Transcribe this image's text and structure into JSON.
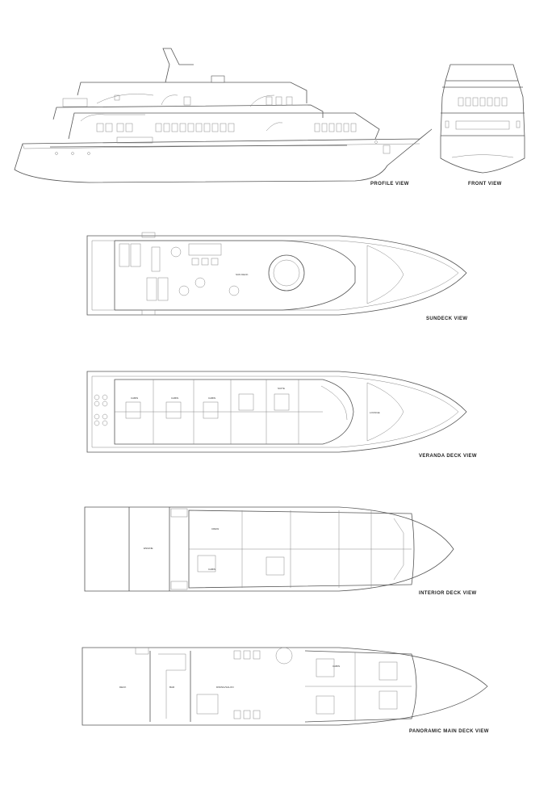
{
  "views": {
    "profile": "PROFILE VIEW",
    "front": "FRONT VIEW",
    "sundeck": "SUNDECK VIEW",
    "veranda": "VERANDA DECK VIEW",
    "interior": "INTERIOR DECK VIEW",
    "main": "PANORAMIC MAIN DECK VIEW"
  },
  "rooms": {
    "sundeck_center": "SUN DECK",
    "veranda_cabin": "CABIN",
    "veranda_suite": "SUITE",
    "veranda_lounge": "LOUNGE",
    "interior_engine": "ENGINE",
    "interior_crew": "CREW",
    "interior_cabin": "CABIN",
    "main_aft": "DECK",
    "main_bar": "BAR",
    "main_dining": "DINING/SALON",
    "main_cabin": "CABIN"
  },
  "colors": {
    "line": "#555555",
    "background": "#ffffff"
  }
}
